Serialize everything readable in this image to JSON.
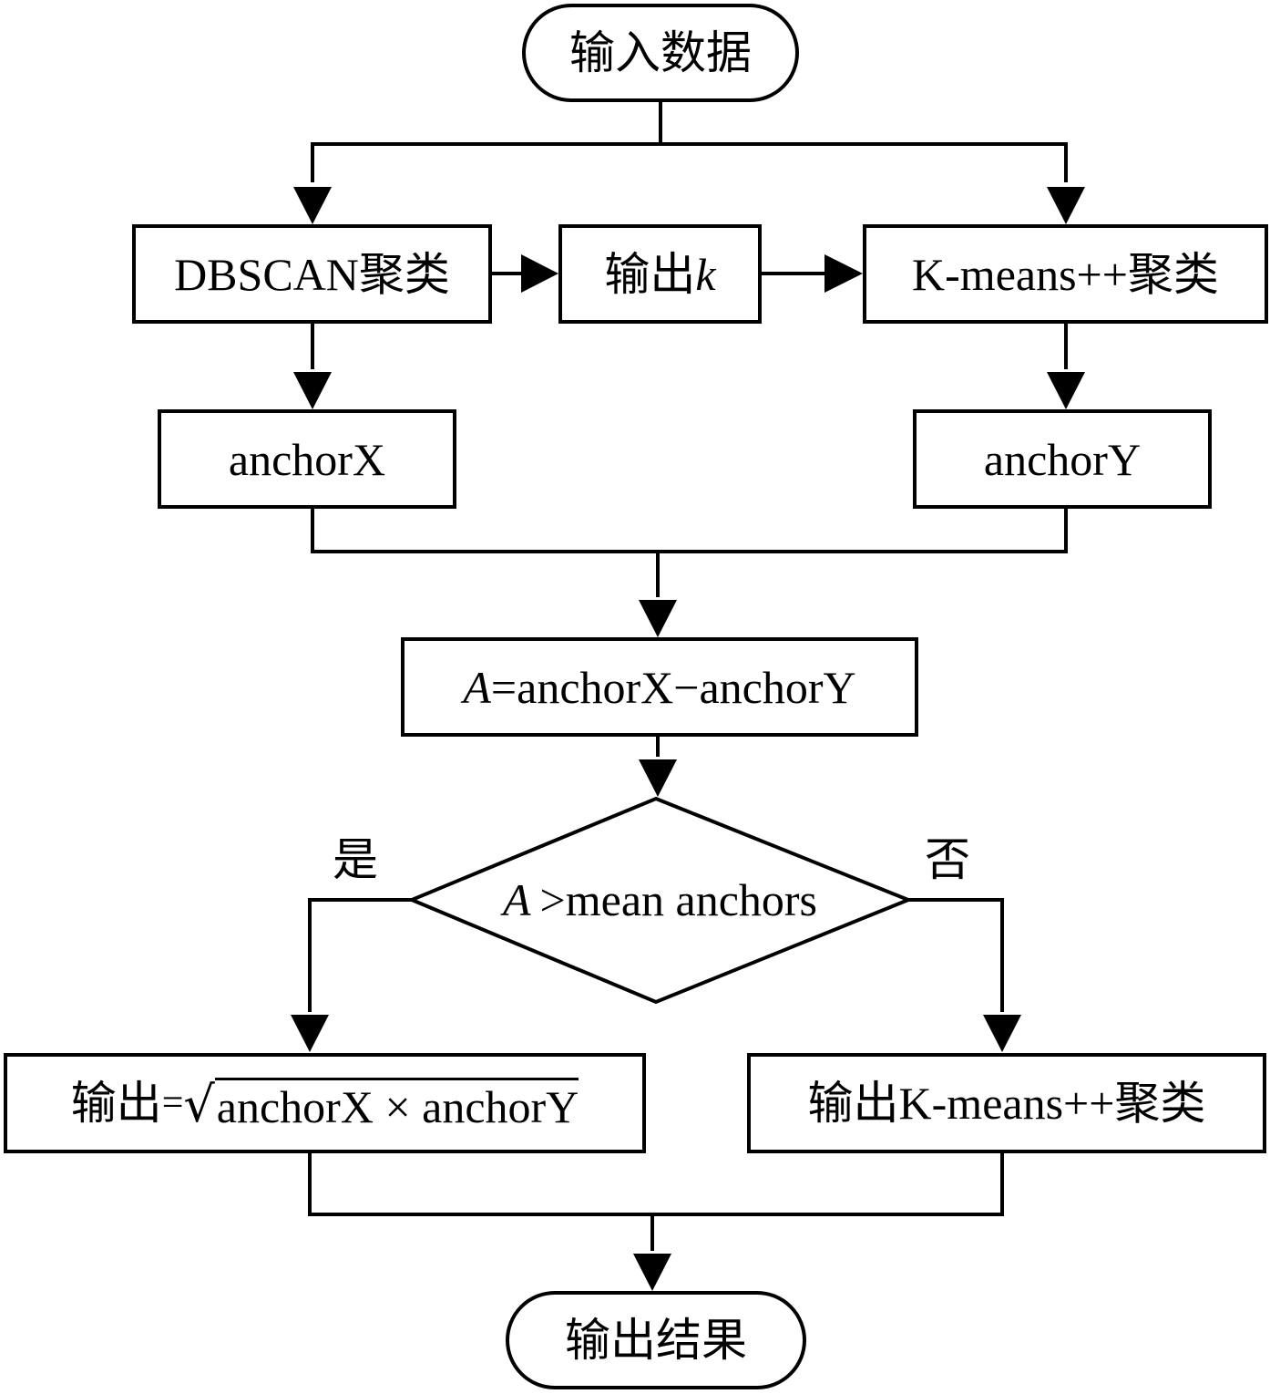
{
  "nodes": {
    "input_data": "输入数据",
    "dbscan": "DBSCAN聚类",
    "output_k_prefix": "输出",
    "output_k_var": "k",
    "kmeans": "K-means++聚类",
    "anchor_x": "anchorX",
    "anchor_y": "anchorY",
    "formula_var": "A",
    "formula_rest": "=anchorX−anchorY",
    "decision_var": "A",
    "decision_rest": ">mean anchors",
    "out_sqrt_prefix": "输出",
    "out_sqrt_eq": "=",
    "out_sqrt_radicand": "anchorX × anchorY",
    "out_kmeans": "输出K-means++聚类",
    "result": "输出结果"
  },
  "branch_labels": {
    "yes": "是",
    "no": "否"
  }
}
